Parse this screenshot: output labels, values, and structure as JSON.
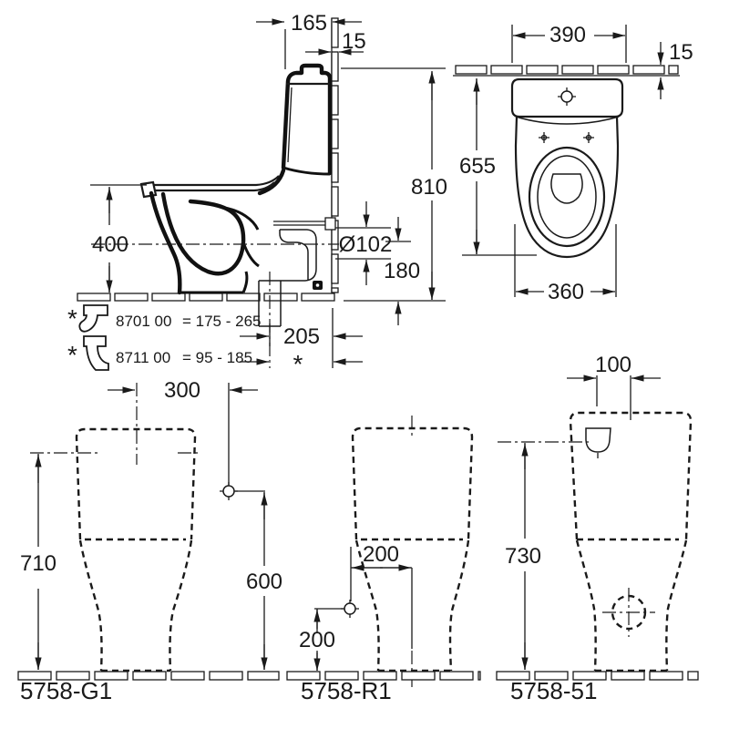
{
  "drawing": {
    "side_view": {
      "dims": {
        "cistern_to_wall": "165",
        "tile_thickness": "15",
        "overall_height": "810",
        "seat_height": "400",
        "outlet_diameter": "Ø102",
        "outlet_center_height": "180",
        "outlet_to_wall": "205",
        "variable_marker": "*"
      },
      "notes": [
        {
          "marker": "*",
          "code": "8701 00",
          "range": "= 175 - 265",
          "icon": "vario-bend-long-icon"
        },
        {
          "marker": "*",
          "code": "8711 00",
          "range": "= 95 - 185",
          "icon": "vario-bend-short-icon"
        }
      ]
    },
    "top_view": {
      "dims": {
        "cistern_width": "390",
        "tile_thickness": "15",
        "overall_depth": "655",
        "bowl_width": "360"
      }
    },
    "variants": [
      {
        "model": "5758-G1",
        "dims": {
          "supply_offset": "300",
          "height": "710",
          "supply_height": "600"
        }
      },
      {
        "model": "5758-R1",
        "dims": {
          "supply_offset": "200",
          "supply_height": "200"
        }
      },
      {
        "model": "5758-51",
        "dims": {
          "inlet_offset": "100",
          "height": "730"
        }
      }
    ],
    "symbols": {
      "flush_button": "crosshair-circle-icon",
      "seat_bolt": "crosshair-icon",
      "supply_point": "circle-marker-icon",
      "outlet_center": "dashed-crosshair-circle-icon"
    },
    "colors": {
      "line": "#1a1a1a",
      "background": "#ffffff"
    }
  }
}
